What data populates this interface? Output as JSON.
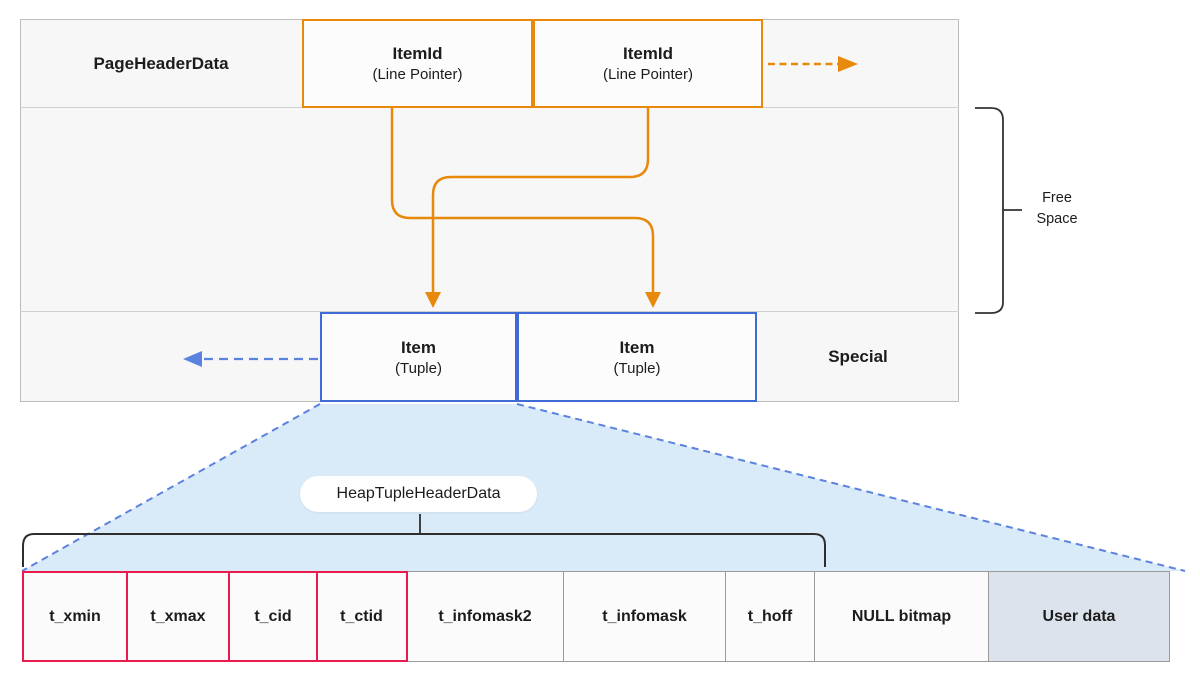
{
  "page": {
    "header_label": "PageHeaderData",
    "item_ids": [
      {
        "title": "ItemId",
        "subtitle": "(Line Pointer)"
      },
      {
        "title": "ItemId",
        "subtitle": "(Line Pointer)"
      }
    ],
    "items": [
      {
        "title": "Item",
        "subtitle": "(Tuple)"
      },
      {
        "title": "Item",
        "subtitle": "(Tuple)"
      }
    ],
    "special_label": "Special",
    "free_space": {
      "line1": "Free",
      "line2": "Space"
    }
  },
  "tuple": {
    "header_label": "HeapTupleHeaderData",
    "fields": [
      {
        "label": "t_xmin",
        "style": "red"
      },
      {
        "label": "t_xmax",
        "style": "red"
      },
      {
        "label": "t_cid",
        "style": "red"
      },
      {
        "label": "t_ctid",
        "style": "red"
      },
      {
        "label": "t_infomask2",
        "style": "gray"
      },
      {
        "label": "t_infomask",
        "style": "gray"
      },
      {
        "label": "t_hoff",
        "style": "gray"
      },
      {
        "label": "NULL bitmap",
        "style": "gray"
      },
      {
        "label": "User data",
        "style": "user-data"
      }
    ]
  },
  "colors": {
    "orange": "#E8890B",
    "blue": "#3E6BD6",
    "blue-dash": "#5B82DE",
    "red": "#EA1A4F",
    "lightblue": "#D9EAF8",
    "userdata": "#DCE3EC",
    "pagefill": "#F7F7F7"
  }
}
